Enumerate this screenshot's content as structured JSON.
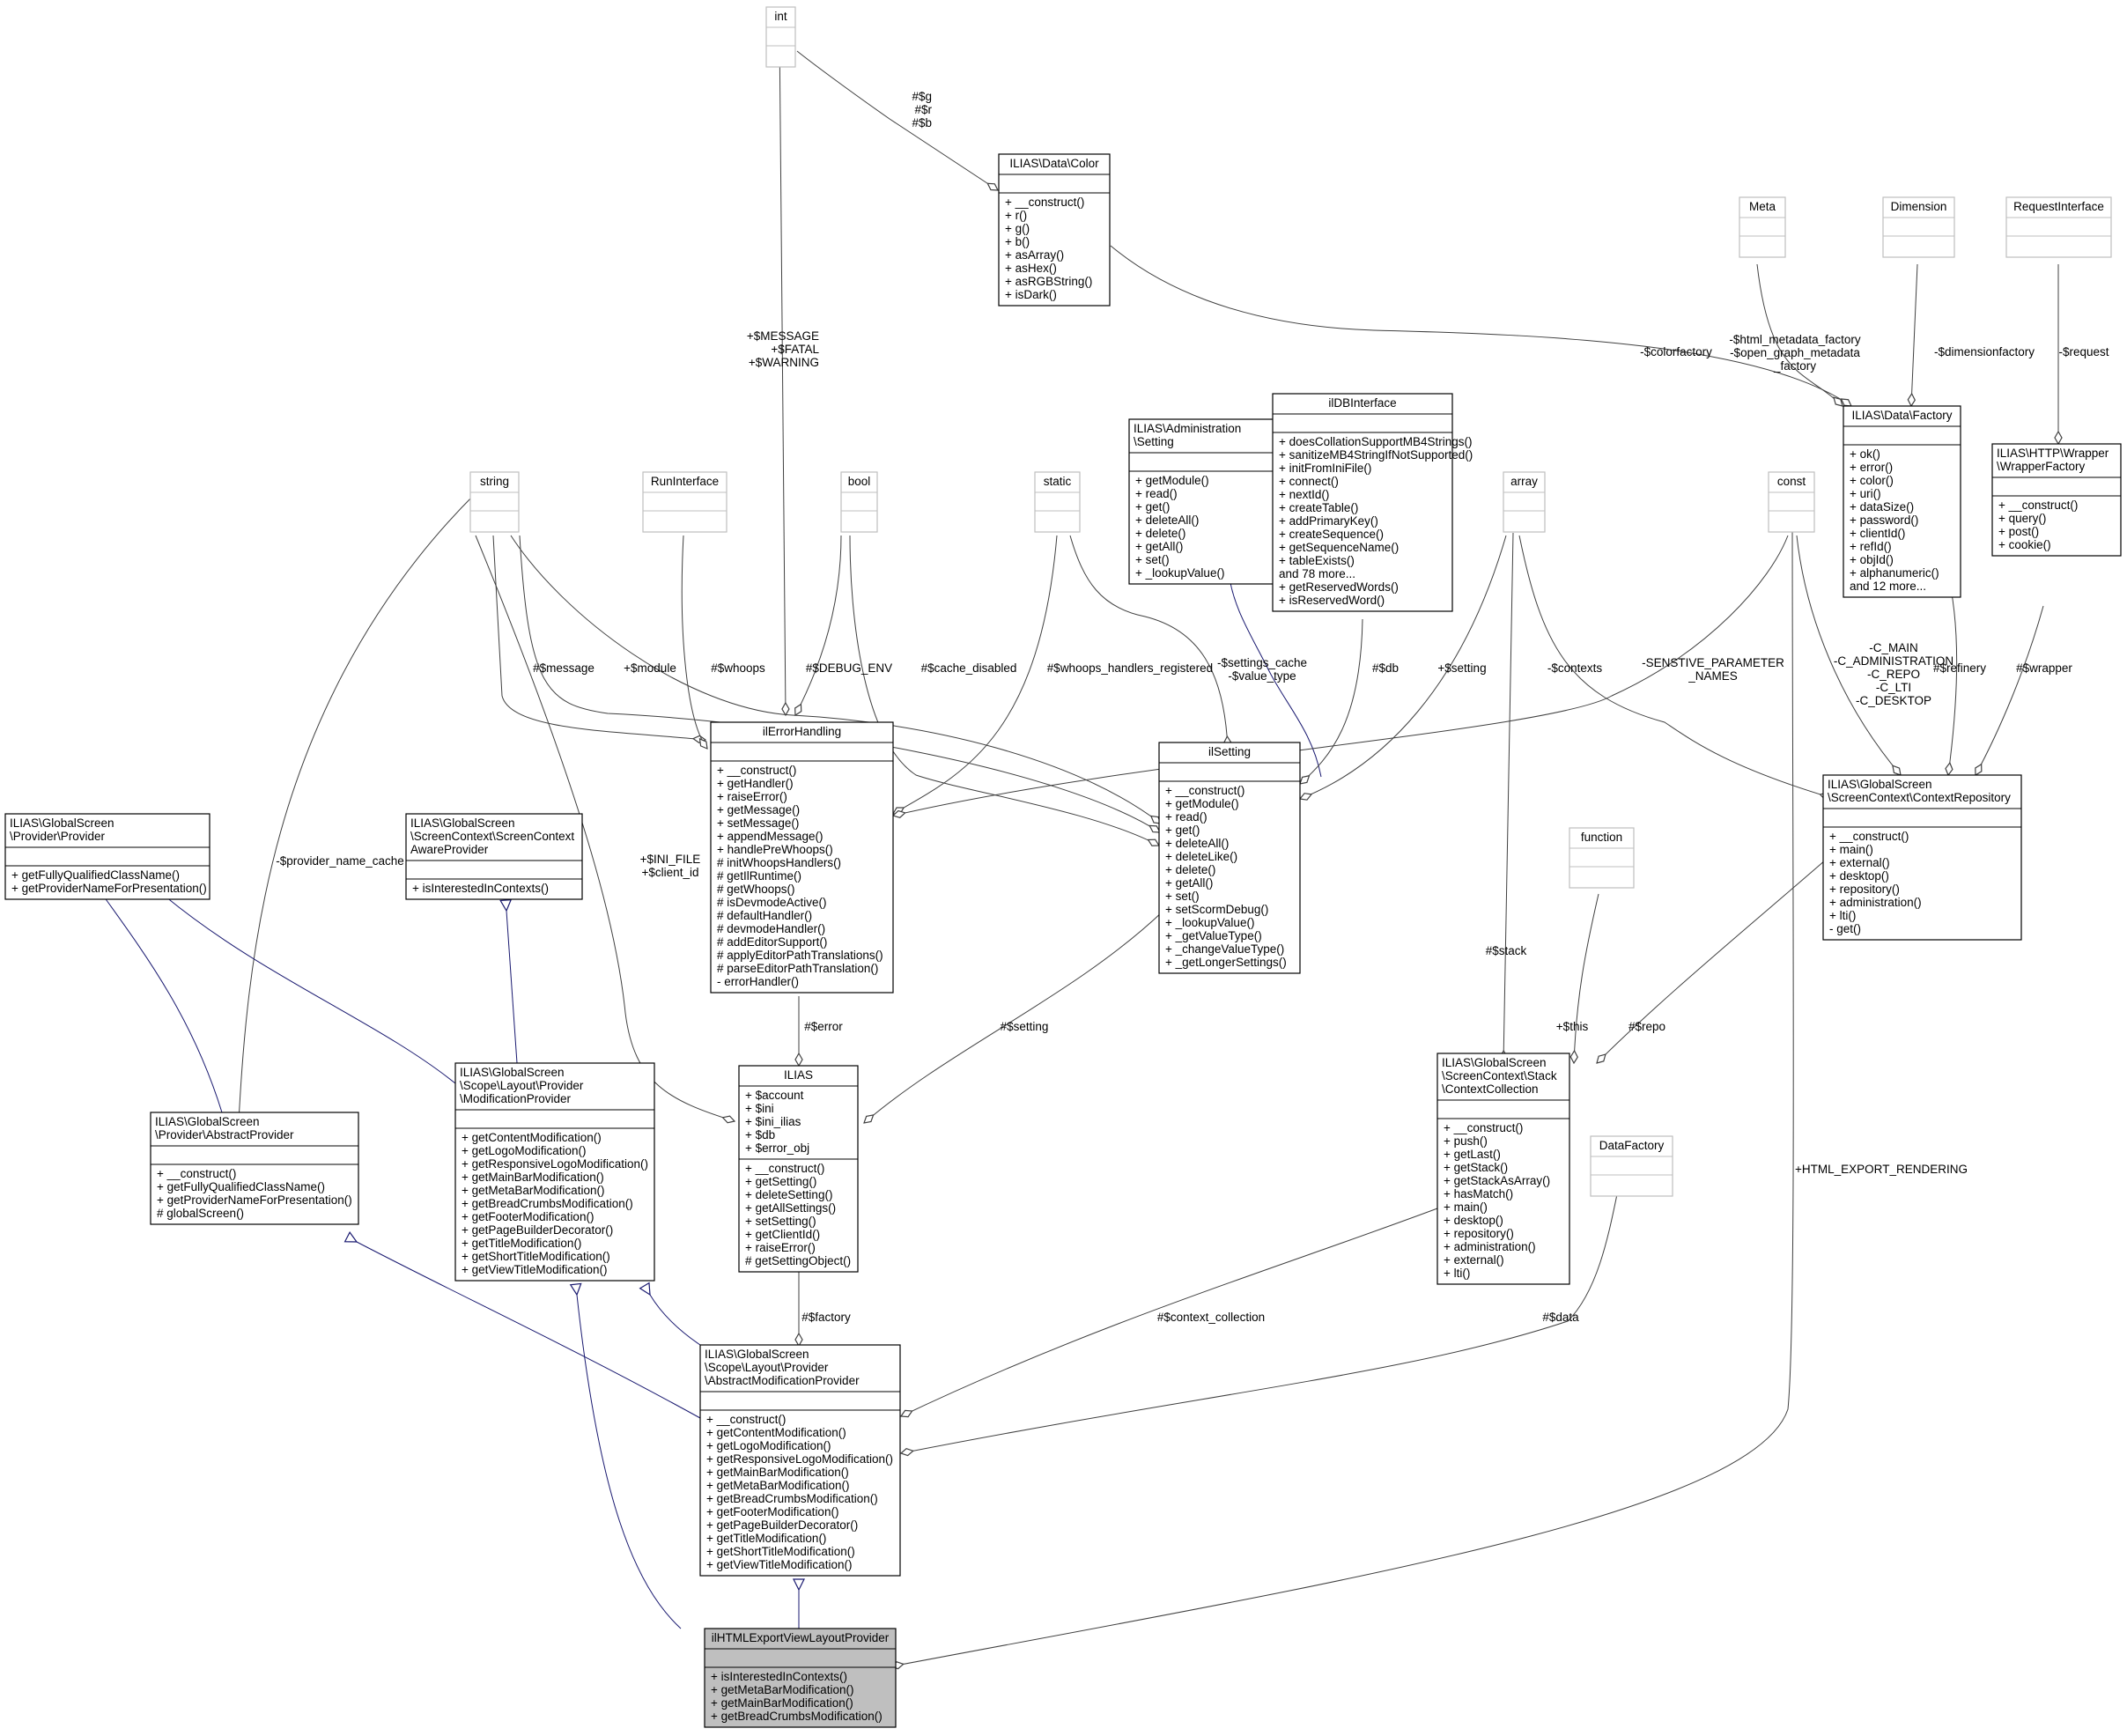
{
  "nodes": [
    {
      "id": "int",
      "title": [
        "int"
      ],
      "attributes": [],
      "methods": [],
      "style": "gray"
    },
    {
      "id": "color",
      "title": [
        "ILIAS\\Data\\Color"
      ],
      "attributes": [],
      "methods": [
        "+ __construct()",
        "+ r()",
        "+ g()",
        "+ b()",
        "+ asArray()",
        "+ asHex()",
        "+ asRGBString()",
        "+ isDark()"
      ],
      "style": "black"
    },
    {
      "id": "meta",
      "title": [
        "Meta"
      ],
      "attributes": [],
      "methods": [],
      "style": "gray"
    },
    {
      "id": "dimension",
      "title": [
        "Dimension"
      ],
      "attributes": [],
      "methods": [],
      "style": "gray"
    },
    {
      "id": "requestinterface",
      "title": [
        "RequestInterface"
      ],
      "attributes": [],
      "methods": [],
      "style": "gray"
    },
    {
      "id": "datafactory_ilias",
      "title": [
        "ILIAS\\Data\\Factory"
      ],
      "attributes": [],
      "methods": [
        "+ ok()",
        "+ error()",
        "+ color()",
        "+ uri()",
        "+ dataSize()",
        "+ password()",
        "+ clientId()",
        "+ refId()",
        "+ objId()",
        "+ alphanumeric()",
        "and 12 more..."
      ],
      "style": "black"
    },
    {
      "id": "wrapperfactory",
      "title": [
        "ILIAS\\HTTP\\Wrapper",
        "\\WrapperFactory"
      ],
      "attributes": [],
      "methods": [
        "+ __construct()",
        "+ query()",
        "+ post()",
        "+ cookie()"
      ],
      "style": "black"
    },
    {
      "id": "admin_setting",
      "title": [
        "ILIAS\\Administration",
        "\\Setting"
      ],
      "attributes": [],
      "methods": [
        "+ getModule()",
        "+ read()",
        "+ get()",
        "+ deleteAll()",
        "+ delete()",
        "+ getAll()",
        "+ set()",
        "+ _lookupValue()"
      ],
      "style": "black"
    },
    {
      "id": "ildbinterface",
      "title": [
        "ilDBInterface"
      ],
      "attributes": [],
      "methods": [
        "+ doesCollationSupportMB4Strings()",
        "+ sanitizeMB4StringIfNotSupported()",
        "+ initFromIniFile()",
        "+ connect()",
        "+ nextId()",
        "+ createTable()",
        "+ addPrimaryKey()",
        "+ createSequence()",
        "+ getSequenceName()",
        "+ tableExists()",
        "and 78 more...",
        "+ getReservedWords()",
        "+ isReservedWord()"
      ],
      "style": "black"
    },
    {
      "id": "string",
      "title": [
        "string"
      ],
      "attributes": [],
      "methods": [],
      "style": "gray"
    },
    {
      "id": "runinterface",
      "title": [
        "RunInterface"
      ],
      "attributes": [],
      "methods": [],
      "style": "gray"
    },
    {
      "id": "bool",
      "title": [
        "bool"
      ],
      "attributes": [],
      "methods": [],
      "style": "gray"
    },
    {
      "id": "static",
      "title": [
        "static"
      ],
      "attributes": [],
      "methods": [],
      "style": "gray"
    },
    {
      "id": "array",
      "title": [
        "array"
      ],
      "attributes": [],
      "methods": [],
      "style": "gray"
    },
    {
      "id": "const",
      "title": [
        "const"
      ],
      "attributes": [],
      "methods": [],
      "style": "gray"
    },
    {
      "id": "ilerrorhandling",
      "title": [
        "ilErrorHandling"
      ],
      "attributes": [],
      "methods": [
        "+ __construct()",
        "+ getHandler()",
        "+ raiseError()",
        "+ getMessage()",
        "+ setMessage()",
        "+ appendMessage()",
        "+ handlePreWhoops()",
        "# initWhoopsHandlers()",
        "# getIlRuntime()",
        "# getWhoops()",
        "# isDevmodeActive()",
        "# defaultHandler()",
        "# devmodeHandler()",
        "# addEditorSupport()",
        "# applyEditorPathTranslations()",
        "# parseEditorPathTranslation()",
        "- errorHandler()"
      ],
      "style": "black"
    },
    {
      "id": "ilsetting",
      "title": [
        "ilSetting"
      ],
      "attributes": [],
      "methods": [
        "+ __construct()",
        "+ getModule()",
        "+ read()",
        "+ get()",
        "+ deleteAll()",
        "+ deleteLike()",
        "+ delete()",
        "+ getAll()",
        "+ set()",
        "+ setScormDebug()",
        "+ _lookupValue()",
        "+ _getValueType()",
        "+ _changeValueType()",
        "+ _getLongerSettings()"
      ],
      "style": "black"
    },
    {
      "id": "contextrepository",
      "title": [
        "ILIAS\\GlobalScreen",
        "\\ScreenContext\\ContextRepository"
      ],
      "attributes": [],
      "methods": [
        "+ __construct()",
        "+ main()",
        "+ external()",
        "+ desktop()",
        "+ repository()",
        "+ administration()",
        "+ lti()",
        "- get()"
      ],
      "style": "black"
    },
    {
      "id": "provider",
      "title": [
        "ILIAS\\GlobalScreen",
        "\\Provider\\Provider"
      ],
      "attributes": [],
      "methods": [
        "+ getFullyQualifiedClassName()",
        "+ getProviderNameForPresentation()"
      ],
      "style": "black"
    },
    {
      "id": "screencontextaware",
      "title": [
        "ILIAS\\GlobalScreen",
        "\\ScreenContext\\ScreenContext",
        "AwareProvider"
      ],
      "attributes": [],
      "methods": [
        "+ isInterestedInContexts()"
      ],
      "style": "black"
    },
    {
      "id": "function",
      "title": [
        "function"
      ],
      "attributes": [],
      "methods": [],
      "style": "gray"
    },
    {
      "id": "abstractprovider",
      "title": [
        "ILIAS\\GlobalScreen",
        "\\Provider\\AbstractProvider"
      ],
      "attributes": [],
      "methods": [
        "+ __construct()",
        "+ getFullyQualifiedClassName()",
        "+ getProviderNameForPresentation()",
        "# globalScreen()"
      ],
      "style": "black"
    },
    {
      "id": "modificationprovider",
      "title": [
        "ILIAS\\GlobalScreen",
        "\\Scope\\Layout\\Provider",
        "\\ModificationProvider"
      ],
      "attributes": [],
      "methods": [
        "+ getContentModification()",
        "+ getLogoModification()",
        "+ getResponsiveLogoModification()",
        "+ getMainBarModification()",
        "+ getMetaBarModification()",
        "+ getBreadCrumbsModification()",
        "+ getFooterModification()",
        "+ getPageBuilderDecorator()",
        "+ getTitleModification()",
        "+ getShortTitleModification()",
        "+ getViewTitleModification()"
      ],
      "style": "black"
    },
    {
      "id": "ilias",
      "title": [
        "ILIAS"
      ],
      "attributes": [
        "+ $account",
        "+ $ini",
        "+ $ini_ilias",
        "+ $db",
        "+ $error_obj"
      ],
      "methods": [
        "+ __construct()",
        "+ getSetting()",
        "+ deleteSetting()",
        "+ getAllSettings()",
        "+ setSetting()",
        "+ getClientId()",
        "+ raiseError()",
        "# getSettingObject()"
      ],
      "style": "black"
    },
    {
      "id": "contextcollection",
      "title": [
        "ILIAS\\GlobalScreen",
        "\\ScreenContext\\Stack",
        "\\ContextCollection"
      ],
      "attributes": [],
      "methods": [
        "+ __construct()",
        "+ push()",
        "+ getLast()",
        "+ getStack()",
        "+ getStackAsArray()",
        "+ hasMatch()",
        "+ main()",
        "+ desktop()",
        "+ repository()",
        "+ administration()",
        "+ external()",
        "+ lti()"
      ],
      "style": "black"
    },
    {
      "id": "datafactory",
      "title": [
        "DataFactory"
      ],
      "attributes": [],
      "methods": [],
      "style": "gray"
    },
    {
      "id": "abstractmodification",
      "title": [
        "ILIAS\\GlobalScreen",
        "\\Scope\\Layout\\Provider",
        "\\AbstractModificationProvider"
      ],
      "attributes": [],
      "methods": [
        "+ __construct()",
        "+ getContentModification()",
        "+ getLogoModification()",
        "+ getResponsiveLogoModification()",
        "+ getMainBarModification()",
        "+ getMetaBarModification()",
        "+ getBreadCrumbsModification()",
        "+ getFooterModification()",
        "+ getPageBuilderDecorator()",
        "+ getTitleModification()",
        "+ getShortTitleModification()",
        "+ getViewTitleModification()"
      ],
      "style": "black"
    },
    {
      "id": "ilhtmlexport",
      "title": [
        "ilHTMLExportViewLayoutProvider"
      ],
      "attributes": [],
      "methods": [
        "+ isInterestedInContexts()",
        "+ getMetaBarModification()",
        "+ getMainBarModification()",
        "+ getBreadCrumbsModification()"
      ],
      "style": "highlight"
    }
  ],
  "edge_labels": [
    [
      "#$g",
      "#$r",
      "#$b"
    ],
    [
      "+$MESSAGE",
      "+$FATAL",
      "+$WARNING"
    ],
    [
      "-$colorfactory"
    ],
    [
      "-$html_metadata_factory",
      "-$open_graph_metadata",
      "_factory"
    ],
    [
      "-$dimensionfactory"
    ],
    [
      "-$request"
    ],
    [
      "#$message"
    ],
    [
      "+$module"
    ],
    [
      "#$whoops"
    ],
    [
      "#$DEBUG_ENV"
    ],
    [
      "#$cache_disabled"
    ],
    [
      "#$whoops_handlers_registered"
    ],
    [
      "-$settings_cache",
      "-$value_type"
    ],
    [
      "#$db"
    ],
    [
      "+$setting"
    ],
    [
      "-$contexts"
    ],
    [
      "-SENSTIVE_PARAMETER",
      "_NAMES"
    ],
    [
      "-C_MAIN",
      "-C_ADMINISTRATION",
      "-C_REPO",
      "-C_LTI",
      "-C_DESKTOP"
    ],
    [
      "#$refinery"
    ],
    [
      "#$wrapper"
    ],
    [
      "-$provider_name_cache"
    ],
    [
      "+$INI_FILE",
      "+$client_id"
    ],
    [
      "#$error"
    ],
    [
      "#$setting"
    ],
    [
      "#$stack"
    ],
    [
      "+$this"
    ],
    [
      "#$repo"
    ],
    [
      "+HTML_EXPORT_RENDERING"
    ],
    [
      "#$factory"
    ],
    [
      "#$context_collection"
    ],
    [
      "#$data"
    ]
  ],
  "colors": {
    "border": "#000000",
    "gray_border": "#bfbfbf",
    "highlight_fill": "#bfbfbf",
    "inheritance_edge": "#191970",
    "usage_edge": "#404040"
  }
}
